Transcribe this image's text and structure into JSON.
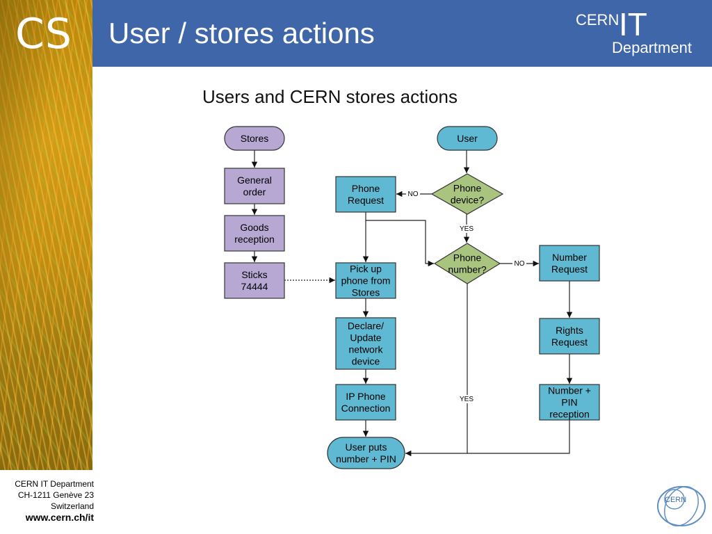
{
  "sidebar": {
    "logo_text": "CS"
  },
  "header": {
    "title": "User / stores actions",
    "logo": {
      "cern": "CERN",
      "it": "IT",
      "department": "Department"
    }
  },
  "footer": {
    "line1": "CERN IT Department",
    "line2": "CH-1211 Genève 23",
    "line3": "Switzerland",
    "url": "www.cern.ch/it"
  },
  "diagram": {
    "title": "Users and CERN stores actions",
    "colors": {
      "store": "#b7a8d3",
      "user": "#5fb9d2",
      "decision": "#a9c47f",
      "stroke": "#333333"
    },
    "nodes": {
      "stores": [
        "Stores"
      ],
      "general_order": [
        "General",
        "order"
      ],
      "goods_reception": [
        "Goods",
        "reception"
      ],
      "sticks": [
        "Sticks",
        "74444"
      ],
      "user": [
        "User"
      ],
      "phone_device": [
        "Phone",
        "device?"
      ],
      "phone_request": [
        "Phone",
        "Request"
      ],
      "phone_number": [
        "Phone",
        "number?"
      ],
      "number_request": [
        "Number",
        "Request"
      ],
      "rights_request": [
        "Rights",
        "Request"
      ],
      "pin_reception": [
        "Number +",
        "PIN",
        "reception"
      ],
      "pickup": [
        "Pick up",
        "phone from",
        "Stores"
      ],
      "declare": [
        "Declare/",
        "Update",
        "network",
        "device"
      ],
      "ip_phone": [
        "IP Phone",
        "Connection"
      ],
      "user_puts": [
        "User puts",
        "number + PIN"
      ]
    },
    "edge_labels": {
      "no_device": "NO",
      "yes_device": "YES",
      "no_number": "NO",
      "yes_number": "YES"
    }
  },
  "seal": {
    "text": "CERN"
  }
}
